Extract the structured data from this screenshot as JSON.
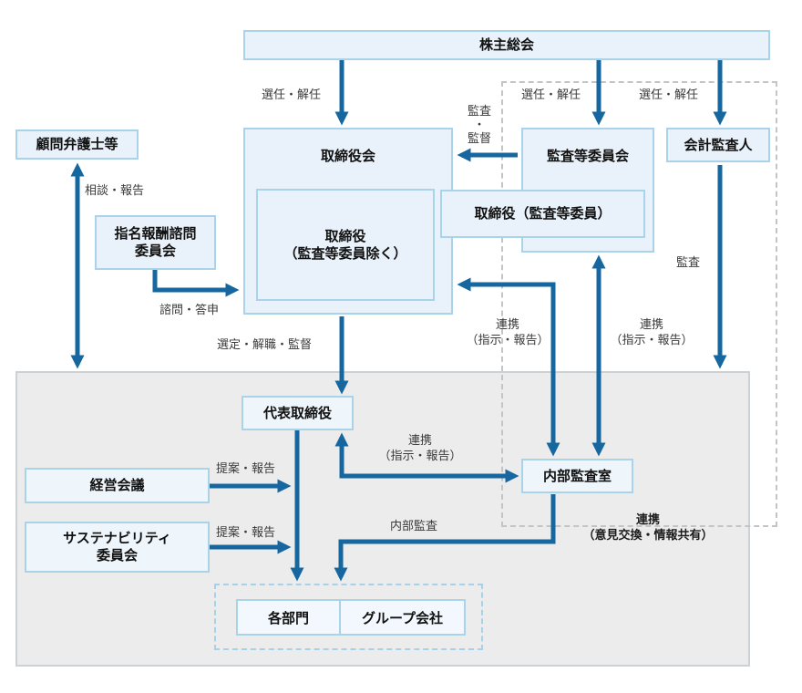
{
  "diagram": {
    "nodes": {
      "shareholders": "株主総会",
      "board": "取締役会",
      "directors_excl": "取締役\n（監査等委員除く）",
      "audit_committee": "監査等委員会",
      "directors_audit": "取締役（監査等委員）",
      "accounting_auditor": "会計監査人",
      "legal_advisors": "顧問弁護士等",
      "nomination_committee": "指名報酬諮問\n委員会",
      "representative_director": "代表取締役",
      "management_meeting": "経営会議",
      "sustainability_committee": "サステナビリティ\n委員会",
      "internal_audit_office": "内部監査室",
      "departments": "各部門",
      "group_companies": "グループ会社"
    },
    "edge_labels": {
      "appoint_dismiss_1": "選任・解任",
      "appoint_dismiss_2": "選任・解任",
      "appoint_dismiss_3": "選任・解任",
      "audit_supervise": "監査\n・\n監督",
      "consult_report": "相談・報告",
      "inquiry_reply": "諮問・答申",
      "select_dismiss_supervise": "選定・解職・監督",
      "cooperation_instruct_left": "連携\n（指示・報告）",
      "cooperation_instruct_right": "連携\n（指示・報告）",
      "cooperation_instruct_lower": "連携\n（指示・報告）",
      "audit": "監査",
      "proposal_report_1": "提案・報告",
      "proposal_report_2": "提案・報告",
      "internal_audit": "内部監査",
      "cooperation_share": "連携\n（意見交換・情報共有）"
    },
    "colors": {
      "box_border": "#a9d3e8",
      "box_fill": "#e9f2fa",
      "arrow": "#16679f",
      "gray_fill": "#ececec",
      "gray_border": "#ccd1d6",
      "dashed_gray": "#c4c4c4",
      "dashed_blue": "#a5d2ea",
      "label_text": "#3a3a3a",
      "title_text": "#111111"
    }
  }
}
